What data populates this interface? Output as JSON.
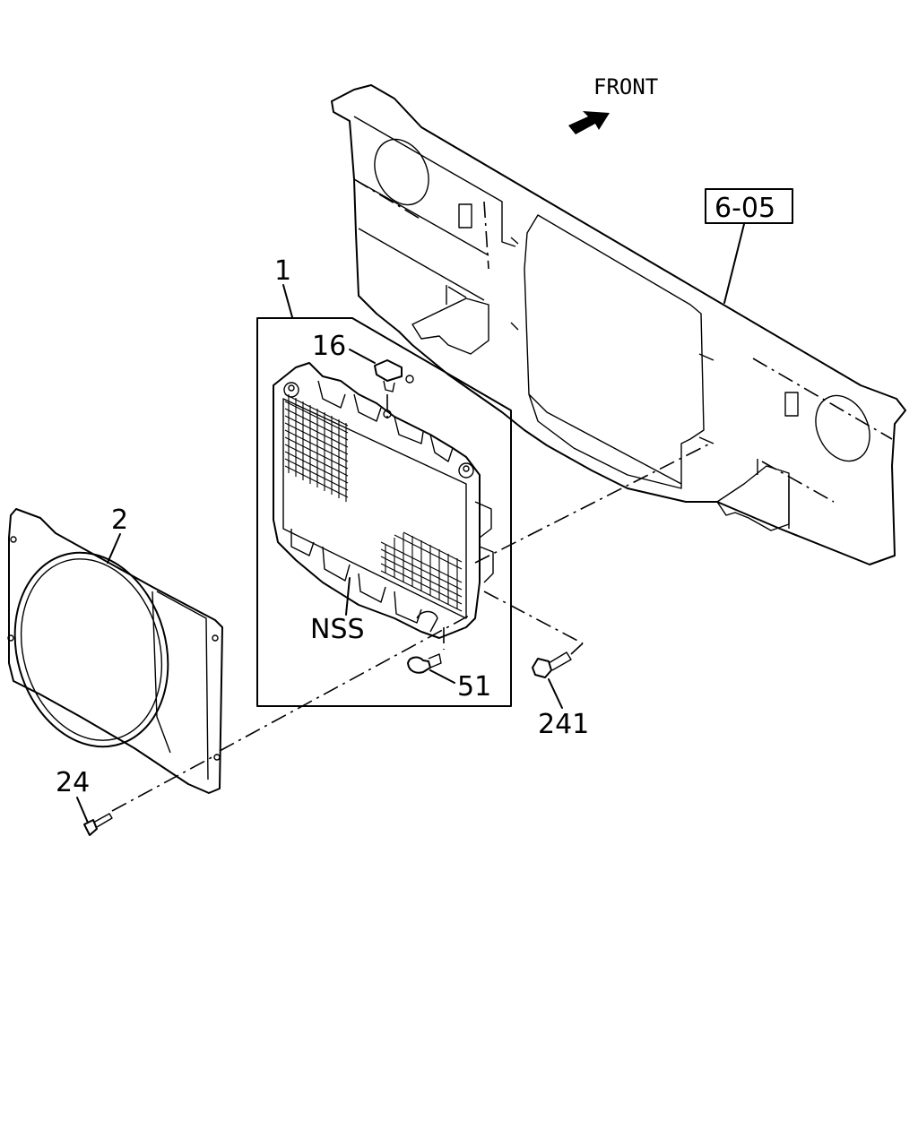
{
  "direction_label": "FRONT",
  "reference_box": "6-05",
  "callouts": {
    "radiator_assembly": "1",
    "fan_shroud": "2",
    "radiator_cap": "16",
    "screw": "24",
    "drain_plug": "51",
    "bolt": "241",
    "core": "NSS"
  }
}
